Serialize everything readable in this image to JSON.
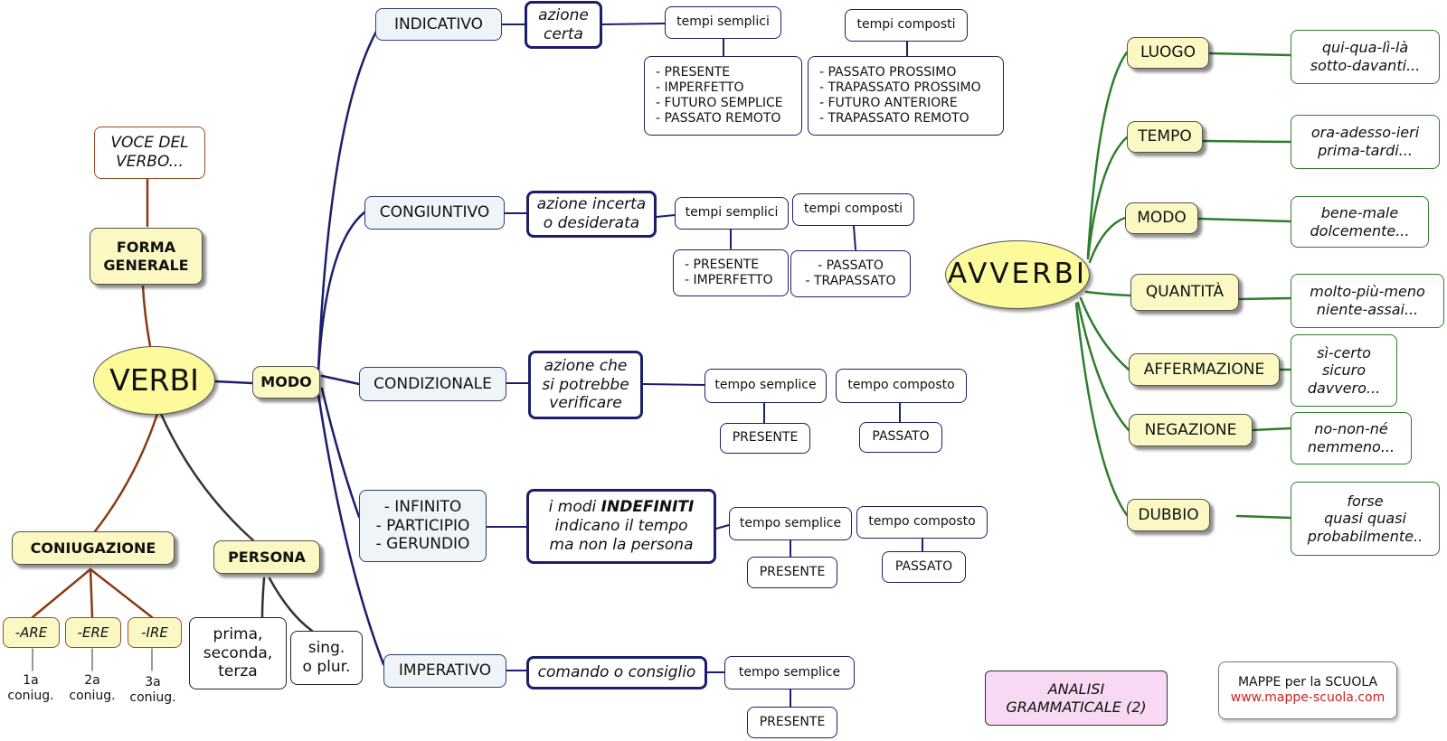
{
  "verbi": {
    "title": "VERBI",
    "voce": "VOCE DEL\nVERBO...",
    "forma": "FORMA\nGENERALE",
    "modo": "MODO",
    "coniugazione": "CONIUGAZIONE",
    "persona": "PERSONA",
    "are": "-ARE",
    "ere": "-ERE",
    "ire": "-IRE",
    "c1": "1a\nconiug.",
    "c2": "2a\nconiug.",
    "c3": "3a\nconiug.",
    "prima": "prima,\nseconda,\nterza",
    "sing": "sing.\no plur."
  },
  "modi": {
    "indicativo": {
      "label": "INDICATIVO",
      "desc": "azione\ncerta",
      "semplici": "tempi semplici",
      "composti": "tempi composti",
      "semplici_list": "- PRESENTE\n- IMPERFETTO\n- FUTURO SEMPLICE\n- PASSATO REMOTO",
      "composti_list": "- PASSATO PROSSIMO\n- TRAPASSATO PROSSIMO\n- FUTURO ANTERIORE\n- TRAPASSATO REMOTO"
    },
    "congiuntivo": {
      "label": "CONGIUNTIVO",
      "desc": "azione incerta\no desiderata",
      "semplici": "tempi semplici",
      "composti": "tempi composti",
      "semplici_list": "- PRESENTE\n- IMPERFETTO",
      "composti_list": "- PASSATO\n- TRAPASSATO"
    },
    "condizionale": {
      "label": "CONDIZIONALE",
      "desc": "azione che\nsi potrebbe\nverificare",
      "semplice": "tempo semplice",
      "composto": "tempo composto",
      "semplice_val": "PRESENTE",
      "composto_val": "PASSATO"
    },
    "indefiniti": {
      "label": "- INFINITO\n- PARTICIPIO\n- GERUNDIO",
      "desc_pre": "i modi ",
      "desc_bold": "INDEFINITI",
      "desc_post": "indicano il tempo\nma non la persona",
      "semplice": "tempo semplice",
      "composto": "tempo composto",
      "semplice_val": "PRESENTE",
      "composto_val": "PASSATO"
    },
    "imperativo": {
      "label": "IMPERATIVO",
      "desc": "comando o consiglio",
      "semplice": "tempo semplice",
      "semplice_val": "PRESENTE"
    }
  },
  "avverbi": {
    "title": "AVVERBI",
    "items": [
      {
        "label": "LUOGO",
        "examples": "qui-qua-lì-là\nsotto-davanti..."
      },
      {
        "label": "TEMPO",
        "examples": "ora-adesso-ieri\nprima-tardi..."
      },
      {
        "label": "MODO",
        "examples": "bene-male\ndolcemente..."
      },
      {
        "label": "QUANTITÀ",
        "examples": "molto-più-meno\nniente-assai..."
      },
      {
        "label": "AFFERMAZIONE",
        "examples": "sì-certo\nsicuro\ndavvero..."
      },
      {
        "label": "NEGAZIONE",
        "examples": "no-non-né\nnemmeno..."
      },
      {
        "label": "DUBBIO",
        "examples": "forse\nquasi quasi\nprobabilmente.."
      }
    ]
  },
  "footer": {
    "analisi": "ANALISI\nGRAMMATICALE (2)",
    "mappe_title": "MAPPE per la SCUOLA",
    "mappe_url": "www.mappe-scuola.com"
  },
  "colors": {
    "navy": "#1b1f6b",
    "green": "#2e7d2e",
    "brown": "#8a3a12",
    "dark": "#333333",
    "url_red": "#cc2222",
    "analisi_bg": "#f7d9f4"
  }
}
